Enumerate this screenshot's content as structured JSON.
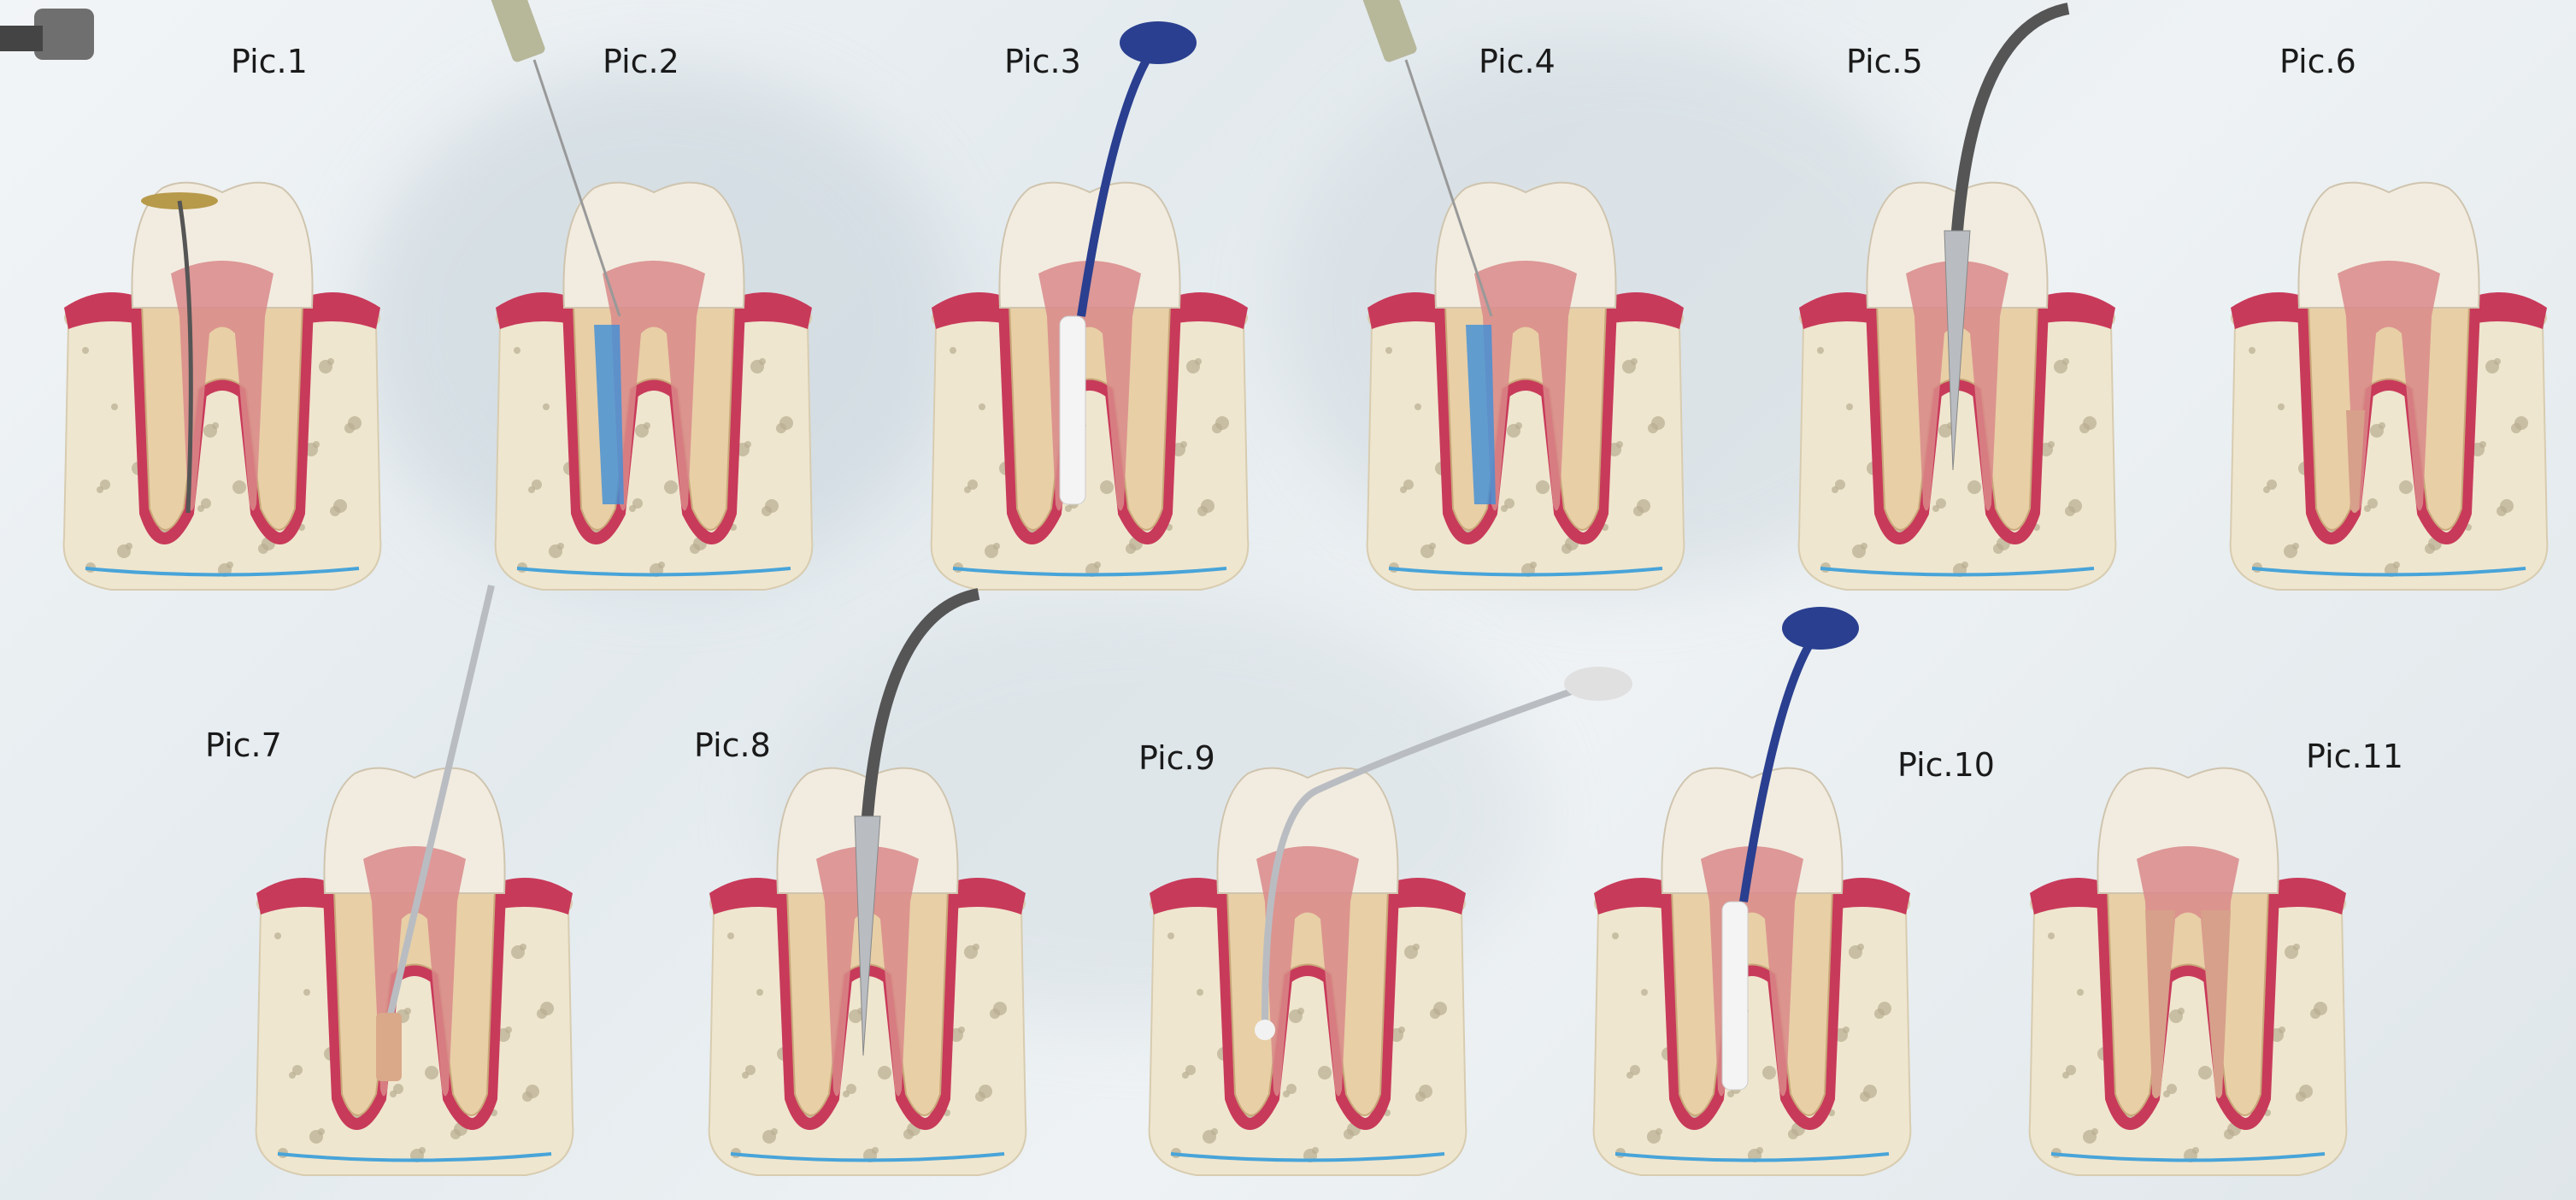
{
  "panels": [
    {
      "label": "Pic.1",
      "tool": "handpiece-file"
    },
    {
      "label": "Pic.2",
      "tool": "irrigation-syringe"
    },
    {
      "label": "Pic.3",
      "tool": "cotton-plunger"
    },
    {
      "label": "Pic.4",
      "tool": "irrigation-syringe"
    },
    {
      "label": "Pic.5",
      "tool": "heat-plugger"
    },
    {
      "label": "Pic.6",
      "tool": "none-apical-fill"
    },
    {
      "label": "Pic.7",
      "tool": "gutta-cone-carrier"
    },
    {
      "label": "Pic.8",
      "tool": "heat-plugger"
    },
    {
      "label": "Pic.9",
      "tool": "spreader"
    },
    {
      "label": "Pic.10",
      "tool": "cotton-plunger"
    },
    {
      "label": "Pic.11",
      "tool": "none-complete-fill"
    }
  ],
  "colors": {
    "gum": "#c83a5a",
    "bone": "#efe6cf",
    "enamel": "#f2ece0",
    "dentin": "#e8cfa6",
    "pulp": "#d98a8a",
    "irrigant": "#3f8fd8",
    "metal": "#b9bdc2",
    "handle": "#2a3f8f"
  }
}
